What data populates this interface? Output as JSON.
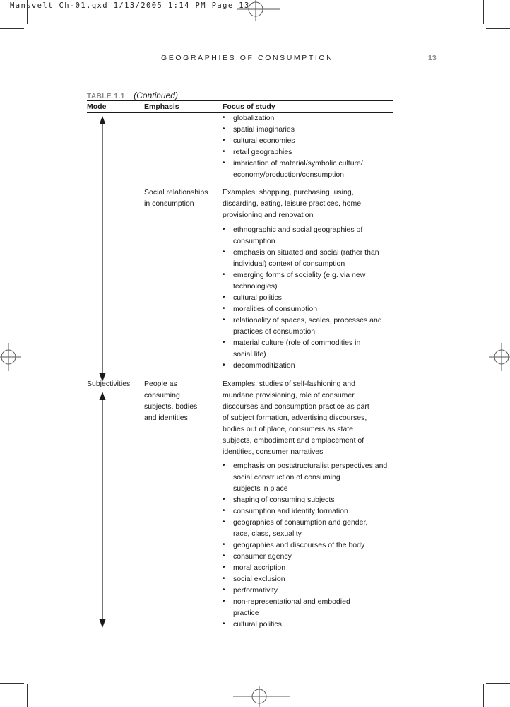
{
  "slug": "Mansvelt Ch-01.qxd   1/13/2005   1:14 PM   Page 13",
  "running_head": "GEOGRAPHIES OF CONSUMPTION",
  "folio": "13",
  "caption": {
    "label": "TABLE 1.1",
    "continued": "(Continued)"
  },
  "headers": {
    "mode": "Mode",
    "emphasis": "Emphasis",
    "focus": "Focus of study"
  },
  "block1_bullets": [
    [
      "globalization"
    ],
    [
      "spatial imaginaries"
    ],
    [
      "cultural economies"
    ],
    [
      "retail geographies"
    ],
    [
      "imbrication of material/symbolic culture/",
      "economy/production/consumption"
    ]
  ],
  "section2": {
    "emphasis": [
      "Social relationships",
      "in consumption"
    ],
    "examples": [
      "Examples: shopping, purchasing, using,",
      "discarding, eating, leisure practices, home",
      "provisioning and renovation"
    ],
    "bullets": [
      [
        "ethnographic and social geographies of",
        "consumption"
      ],
      [
        "emphasis on situated and social (rather than",
        "individual) context of consumption"
      ],
      [
        "emerging forms of sociality (e.g. via new",
        "technologies)"
      ],
      [
        "cultural politics"
      ],
      [
        "moralities of consumption"
      ],
      [
        "relationality of spaces, scales, processes and",
        "practices of consumption"
      ],
      [
        "material culture (role of commodities in",
        "social life)"
      ],
      [
        "decommoditization"
      ]
    ]
  },
  "section3": {
    "mode": "Subjectivities",
    "emphasis": [
      "People as",
      "consuming",
      "subjects, bodies",
      "and identities"
    ],
    "examples": [
      "Examples: studies of self-fashioning and",
      "mundane provisioning, role of consumer",
      "discourses and consumption practice as part",
      "of subject formation, advertising discourses,",
      "bodies out of place, consumers as state",
      "subjects, embodiment and emplacement of",
      "identities, consumer narratives"
    ],
    "bullets": [
      [
        "emphasis on poststructuralist perspectives and",
        "social construction of consuming",
        "subjects in place"
      ],
      [
        "shaping of consuming subjects"
      ],
      [
        "consumption and identity formation"
      ],
      [
        "geographies of consumption and gender,",
        "race, class, sexuality"
      ],
      [
        "geographies and discourses of the body"
      ],
      [
        "consumer agency"
      ],
      [
        "moral ascription"
      ],
      [
        "social exclusion"
      ],
      [
        "performativity"
      ],
      [
        "non-representational and embodied",
        "practice"
      ],
      [
        "cultural politics"
      ]
    ]
  }
}
